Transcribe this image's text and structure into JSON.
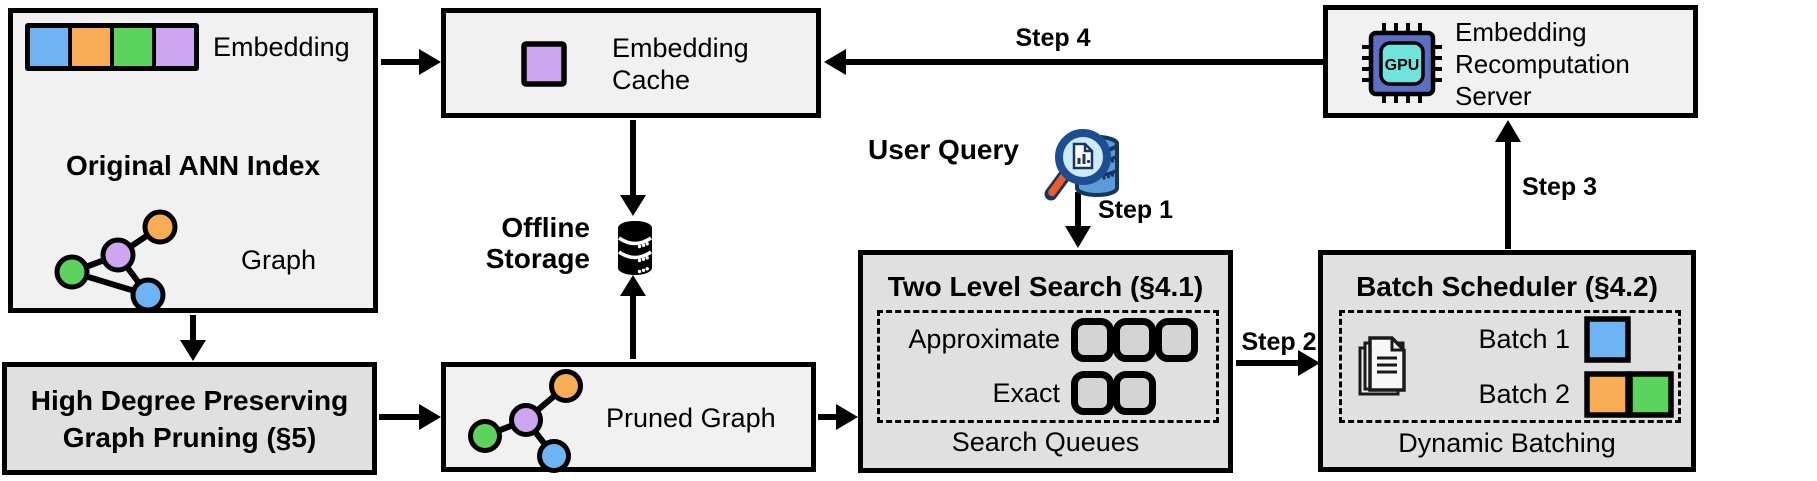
{
  "colors": {
    "blue": "#6EB4F5",
    "orange": "#F7AC55",
    "green": "#5CD35C",
    "purple": "#CDA5F0",
    "box_light": "#F1F1F1",
    "box_dark": "#E0E0E0",
    "queue_fill": "#D4D4D4",
    "gpu_body": "#5D6FC4",
    "gpu_core": "#6FE4DC",
    "db_blue": "#5B9BD9",
    "db_outline": "#16365F",
    "lens_fill": "#CDEAF9",
    "lens_ring": "#1D4E91",
    "handle_orange": "#F15A29"
  },
  "original_index": {
    "title": "Original ANN Index",
    "embedding_label": "Embedding",
    "graph_label": "Graph"
  },
  "pruning": {
    "line1": "High Degree Preserving",
    "line2": "Graph Pruning (§5)"
  },
  "embedding_cache": {
    "line1": "Embedding",
    "line2": "Cache"
  },
  "offline_storage": {
    "line1": "Offline",
    "line2": "Storage"
  },
  "pruned_graph": {
    "label": "Pruned Graph"
  },
  "user_query": {
    "label": "User Query"
  },
  "two_level_search": {
    "title": "Two Level Search (§4.1)",
    "row_approximate": "Approximate",
    "row_exact": "Exact",
    "caption": "Search Queues",
    "approximate_queue_count": 3,
    "exact_queue_count": 2
  },
  "batch_scheduler": {
    "title": "Batch Scheduler (§4.2)",
    "batch1_label": "Batch 1",
    "batch2_label": "Batch 2",
    "caption": "Dynamic Batching"
  },
  "recomputation_server": {
    "line1": "Embedding",
    "line2": "Recomputation",
    "line3": "Server",
    "gpu_label": "GPU"
  },
  "steps": {
    "step1": "Step 1",
    "step2": "Step 2",
    "step3": "Step 3",
    "step4": "Step 4"
  }
}
